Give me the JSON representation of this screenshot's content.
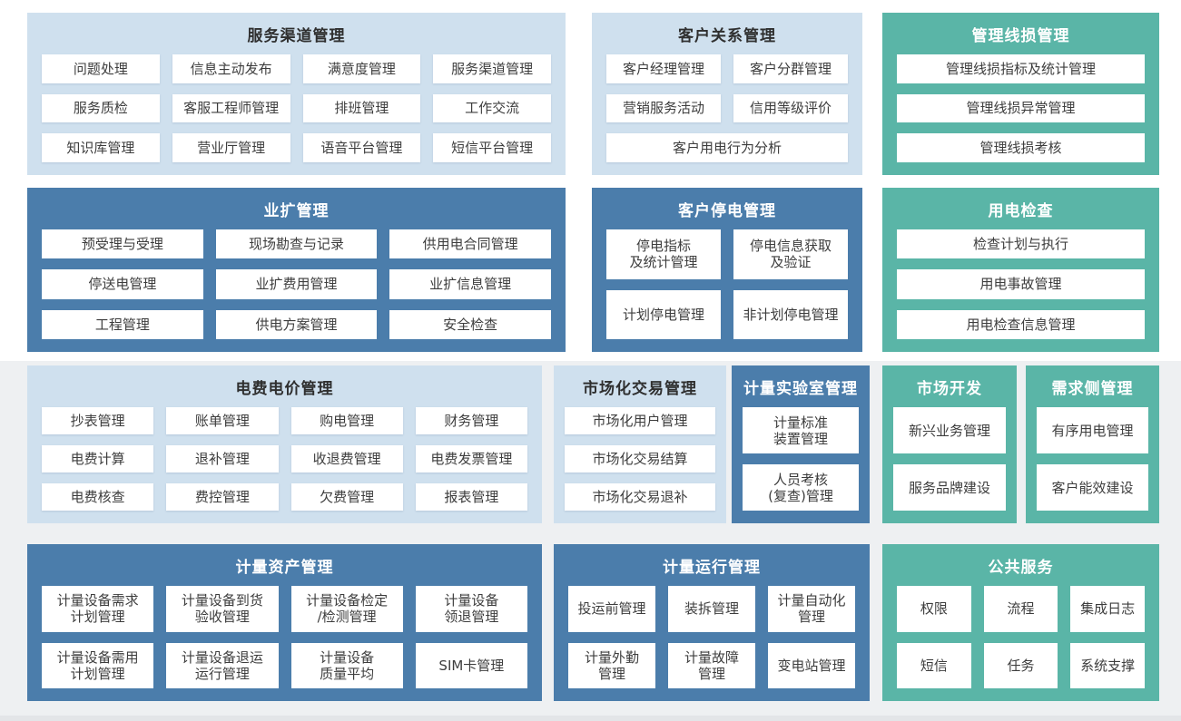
{
  "colors": {
    "light_blue": "#cfe0ee",
    "dark_blue": "#4b7dab",
    "teal": "#5ab5a7",
    "background_top": "#ffffff",
    "background_bottom": "#eef0f2",
    "item_bg": "#ffffff",
    "item_text": "#3d3d3d",
    "header_text_on_light": "#2f2f2f",
    "header_text_on_color": "#ffffff"
  },
  "blocks": [
    {
      "id": "service-channel",
      "title": "服务渠道管理",
      "theme": "light",
      "columns": 4,
      "items": [
        "问题处理",
        "信息主动发布",
        "满意度管理",
        "服务渠道管理",
        "服务质检",
        "客服工程师管理",
        "排班管理",
        "工作交流",
        "知识库管理",
        "营业厅管理",
        "语音平台管理",
        "短信平台管理"
      ]
    },
    {
      "id": "customer-relationship",
      "title": "客户关系管理",
      "theme": "light",
      "columns": 2,
      "items": [
        "客户经理管理",
        "客户分群管理",
        "营销服务活动",
        "信用等级评价",
        {
          "label": "客户用电行为分析",
          "span": 2
        }
      ]
    },
    {
      "id": "line-loss",
      "title": "管理线损管理",
      "theme": "teal",
      "columns": 1,
      "items": [
        "管理线损指标及统计管理",
        "管理线损异常管理",
        "管理线损考核"
      ]
    },
    {
      "id": "business-expansion",
      "title": "业扩管理",
      "theme": "dark",
      "columns": 3,
      "items": [
        "预受理与受理",
        "现场勘查与记录",
        "供用电合同管理",
        "停送电管理",
        "业扩费用管理",
        "业扩信息管理",
        "工程管理",
        "供电方案管理",
        "安全检查"
      ]
    },
    {
      "id": "customer-outage",
      "title": "客户停电管理",
      "theme": "dark",
      "columns": 2,
      "items": [
        "停电指标\n及统计管理",
        "停电信息获取\n及验证",
        "计划停电管理",
        "非计划停电管理"
      ]
    },
    {
      "id": "power-inspection",
      "title": "用电检查",
      "theme": "teal",
      "columns": 1,
      "items": [
        "检查计划与执行",
        "用电事故管理",
        "用电检查信息管理"
      ]
    },
    {
      "id": "billing-pricing",
      "title": "电费电价管理",
      "theme": "light",
      "columns": 4,
      "items": [
        "抄表管理",
        "账单管理",
        "购电管理",
        "财务管理",
        "电费计算",
        "退补管理",
        "收退费管理",
        "电费发票管理",
        "电费核查",
        "费控管理",
        "欠费管理",
        "报表管理"
      ]
    },
    {
      "id": "market-trading",
      "title": "市场化交易管理",
      "theme": "light",
      "columns": 1,
      "items": [
        "市场化用户管理",
        "市场化交易结算",
        "市场化交易退补"
      ]
    },
    {
      "id": "metering-lab",
      "title": "计量实验室管理",
      "theme": "dark",
      "columns": 1,
      "items": [
        "计量标准\n装置管理",
        "人员考核\n(复查)管理"
      ]
    },
    {
      "id": "market-development",
      "title": "市场开发",
      "theme": "teal",
      "columns": 1,
      "items": [
        "新兴业务管理",
        "服务品牌建设"
      ]
    },
    {
      "id": "demand-side",
      "title": "需求侧管理",
      "theme": "teal",
      "columns": 1,
      "items": [
        "有序用电管理",
        "客户能效建设"
      ]
    },
    {
      "id": "metering-assets",
      "title": "计量资产管理",
      "theme": "dark",
      "columns": 4,
      "items": [
        "计量设备需求\n计划管理",
        "计量设备到货\n验收管理",
        "计量设备检定\n/检测管理",
        "计量设备\n领退管理",
        "计量设备需用\n计划管理",
        "计量设备退运\n运行管理",
        "计量设备\n质量平均",
        "SIM卡管理"
      ]
    },
    {
      "id": "metering-operation",
      "title": "计量运行管理",
      "theme": "dark",
      "columns": 3,
      "items": [
        "投运前管理",
        "装拆管理",
        "计量自动化\n管理",
        "计量外勤\n管理",
        "计量故障\n管理",
        "变电站管理"
      ]
    },
    {
      "id": "public-services",
      "title": "公共服务",
      "theme": "teal",
      "columns": 3,
      "items": [
        "权限",
        "流程",
        "集成日志",
        "短信",
        "任务",
        "系统支撑"
      ]
    }
  ]
}
